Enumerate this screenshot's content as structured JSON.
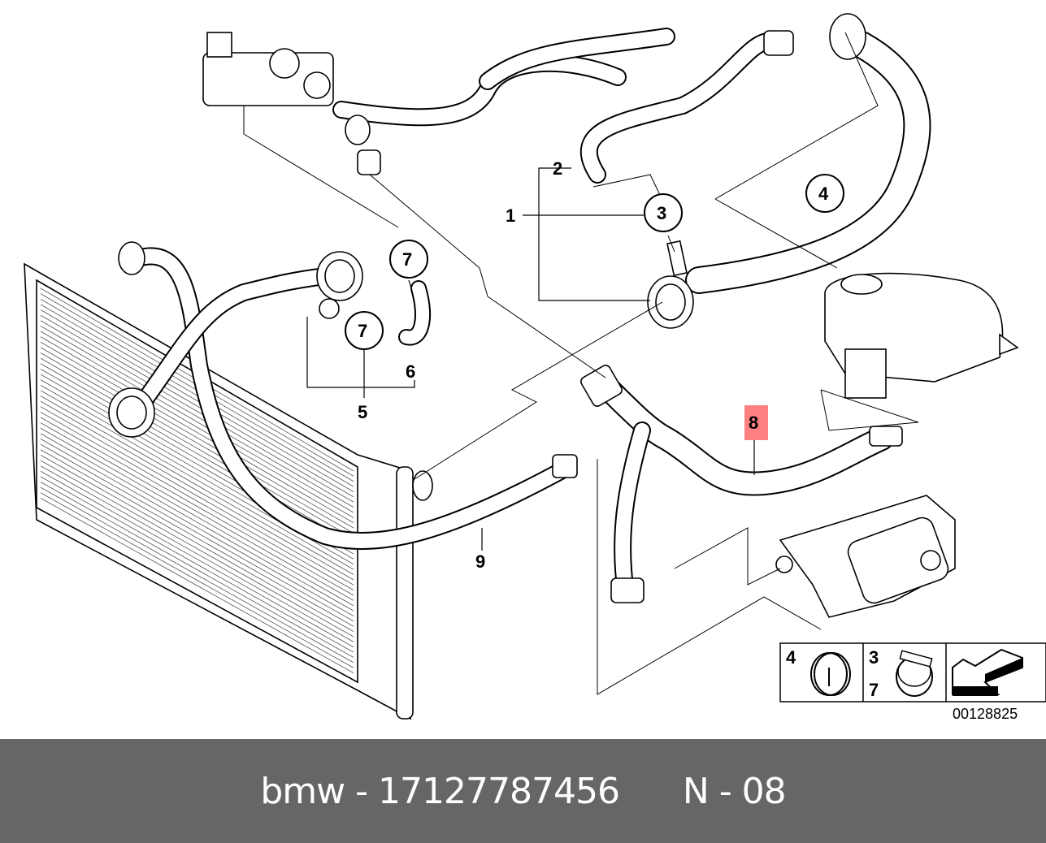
{
  "diagram": {
    "callouts": [
      {
        "id": "1",
        "label": "1"
      },
      {
        "id": "2",
        "label": "2"
      },
      {
        "id": "3",
        "label": "3"
      },
      {
        "id": "4",
        "label": "4"
      },
      {
        "id": "5",
        "label": "5"
      },
      {
        "id": "6",
        "label": "6"
      },
      {
        "id": "7a",
        "label": "7"
      },
      {
        "id": "7b",
        "label": "7"
      },
      {
        "id": "8",
        "label": "8",
        "highlighted": true
      },
      {
        "id": "9",
        "label": "9"
      }
    ],
    "highlight_color": "#ff8080",
    "highlight_text_color": "#8b0000",
    "legend": {
      "cell1_numbers": [
        "4"
      ],
      "cell2_numbers": [
        "3",
        "7"
      ],
      "cell1_icon": "clamp-ring-icon",
      "cell2_icon": "hose-clamp-icon",
      "cell3_icon": "direction-arrow-icon"
    },
    "diagram_id": "00128825"
  },
  "footer": {
    "brand": "bmw",
    "separator": "-",
    "part_number": "17127787456",
    "position_prefix": "N",
    "position_number": "08",
    "background": "#666666"
  }
}
